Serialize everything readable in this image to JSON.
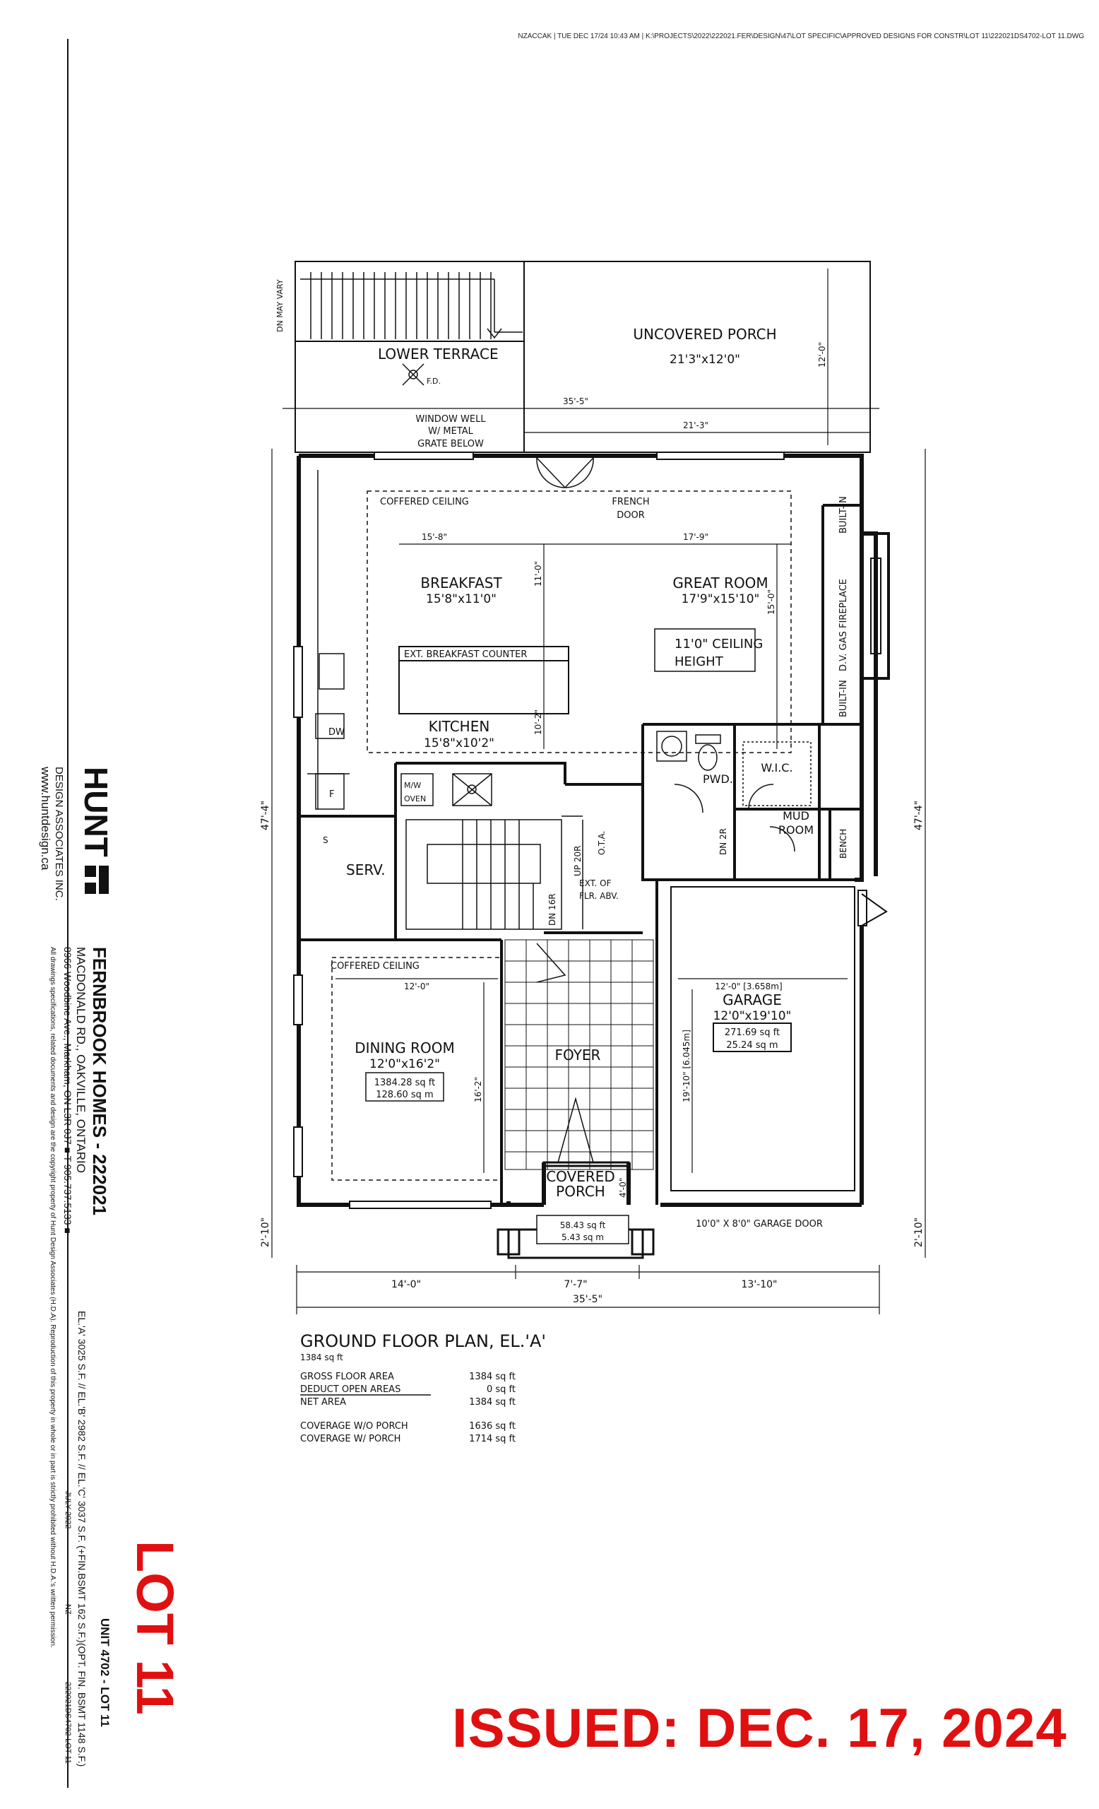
{
  "file_path": "NZACCAK | TUE DEC 17/24 10:43 AM | K:\\PROJECTS\\2022\\222021.FER\\DESIGN\\47\\LOT SPECIFIC\\APPROVED DESIGNS FOR CONSTR\\LOT 11\\222021DS4702-LOT 11.DWG",
  "rooms": {
    "lower_terrace": "LOWER TERRACE",
    "fd": "F.D.",
    "dn_may_vary": "DN MAY VARY",
    "uncovered_porch": "UNCOVERED PORCH",
    "uncovered_porch_dim": "21'3\"x12'0\"",
    "window_well_1": "WINDOW WELL",
    "window_well_2": "W/ METAL",
    "window_well_3": "GRATE BELOW",
    "coffered_ceiling_1": "COFFERED CEILING",
    "french_door_1": "FRENCH",
    "french_door_2": "DOOR",
    "breakfast": "BREAKFAST",
    "breakfast_dim": "15'8\"x11'0\"",
    "great_room": "GREAT ROOM",
    "great_room_dim": "17'9\"x15'10\"",
    "ceiling_height_1": "11'0\" CEILING",
    "ceiling_height_2": "HEIGHT",
    "built_in_top": "BUILT-IN",
    "built_in_bottom": "BUILT-IN",
    "fireplace": "D.V. GAS FIREPLACE",
    "counter": "EXT. BREAKFAST COUNTER",
    "kitchen": "KITCHEN",
    "kitchen_dim": "15'8\"x10'2\"",
    "dw": "DW",
    "f": "F",
    "mw": "M/W",
    "oven": "OVEN",
    "pwd": "PWD.",
    "wic": "W.I.C.",
    "mud_room_1": "MUD",
    "mud_room_2": "ROOM",
    "bench": "BENCH",
    "dn_2r": "DN 2R",
    "up_20r": "UP 20R",
    "ota": "O.T.A.",
    "ext_flr_1": "EXT. OF",
    "ext_flr_2": "FLR. ABV.",
    "dn_16r": "DN 16R",
    "serv": "SERV.",
    "s": "S",
    "coffered_ceiling_2": "COFFERED CEILING",
    "dining_room": "DINING ROOM",
    "dining_room_dim": "12'0\"x16'2\"",
    "dining_area_ft": "1384.28 sq ft",
    "dining_area_m": "128.60 sq m",
    "foyer": "FOYER",
    "garage": "GARAGE",
    "garage_dim": "12'0\"x19'10\"",
    "garage_area_ft": "271.69 sq ft",
    "garage_area_m": "25.24 sq m",
    "covered_porch_1": "COVERED",
    "covered_porch_2": "PORCH",
    "porch_area_ft": "58.43 sq ft",
    "porch_area_m": "5.43 sq m",
    "garage_door": "10'0\" X 8'0\" GARAGE DOOR"
  },
  "dimensions": {
    "top_overall": "35'-5\"",
    "porch_width": "21'-3\"",
    "porch_depth": "12'-0\"",
    "breakfast_w": "15'-8\"",
    "great_w": "17'-9\"",
    "breakfast_d": "11'-0\"",
    "great_d": "15'-0\"",
    "kitchen_d": "10'-2\"",
    "dining_w": "12'-0\"",
    "dining_d": "16'-2\"",
    "garage_w": "12'-0\" [3.658m]",
    "garage_d": "19'-10\" [6.045m]",
    "porch_d": "4'-0\"",
    "side_left": "47'-4\"",
    "side_right": "47'-4\"",
    "front_left": "2'-10\"",
    "front_right": "2'-10\"",
    "bottom_left": "14'-0\"",
    "bottom_mid": "7'-7\"",
    "bottom_right": "13'-10\"",
    "bottom_overall": "35'-5\""
  },
  "areas": {
    "title": "GROUND FLOOR PLAN, EL.'A'",
    "subtitle": "1384 sq ft",
    "rows": [
      {
        "label": "GROSS FLOOR AREA",
        "value": "1384 sq ft"
      },
      {
        "label": "DEDUCT OPEN AREAS",
        "value": "0 sq ft"
      },
      {
        "label": "NET AREA",
        "value": "1384 sq ft"
      },
      {
        "label": "COVERAGE W/O PORCH",
        "value": "1636 sq ft"
      },
      {
        "label": "COVERAGE W/ PORCH",
        "value": "1714 sq ft"
      }
    ]
  },
  "title_block": {
    "logo_text": "HUNT",
    "firm": "DESIGN ASSOCIATES INC.",
    "web": "www.huntdesign.ca",
    "project": "FERNBROOK HOMES - 222021",
    "location": "MACDONALD RD., OAKVILLE, ONTARIO",
    "address": "8966 Woodbine Ave., Markham, ON  L3R 0J7  ■  T 905.737.5133  ■",
    "copyright": "All drawings specifications, related documents and design are the copyright property of Hunt Design Associates (H.D.A). Reproduction of this property in whole or in part is strictly prohibited without H.D.A.'s written permission.",
    "unit": "UNIT 4702 - LOT 11",
    "elevations": "EL.'A' 3025 S.F. // EL.'B' 2982 S.F. // EL.'C' 3037 S.F. (+FIN.BSMT 162 S.F.)(OPT. FIN. BSMT 1148 S.F.)",
    "date": "JULY 2022",
    "drawn": "NZ",
    "drawing_no": "222021DS4702-LOT 11",
    "lot": "LOT 11"
  },
  "issued": "ISSUED: DEC. 17, 2024"
}
